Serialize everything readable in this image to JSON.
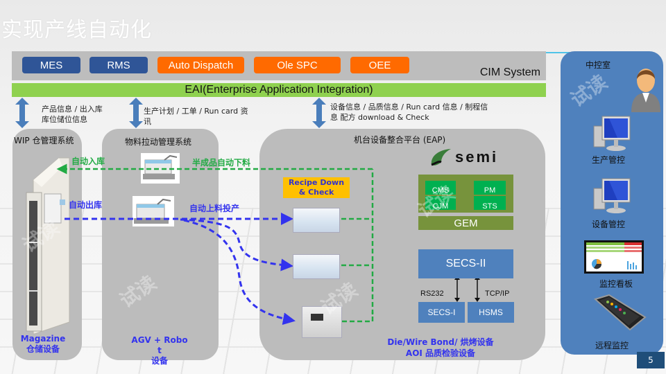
{
  "slide": {
    "title": "实现产线自动化",
    "page_number": "5"
  },
  "cim": {
    "label": "CIM System",
    "systems": [
      {
        "label": "MES",
        "color": "#2f5597"
      },
      {
        "label": "RMS",
        "color": "#2f5597"
      },
      {
        "label": "Auto Dispatch",
        "color": "#ff6a00"
      },
      {
        "label": "Ole SPC",
        "color": "#ff6a00"
      },
      {
        "label": "OEE",
        "color": "#ff6a00"
      }
    ]
  },
  "eai": {
    "label": "EAI(Enterprise Application Integration)"
  },
  "info_flows": [
    {
      "line1": "产品信息 / 出入库",
      "line2": "库位储位信息"
    },
    {
      "line1": "生产计划 / 工单 /  Run card 资",
      "line2": "讯"
    },
    {
      "line1": "设备信息 / 品质信息 /  Run card 信息 / 制程信",
      "line2": "息 配方 download & Check"
    }
  ],
  "panels": {
    "wip": {
      "title": "WIP 仓管理系统",
      "caption_line1": "Magazine",
      "caption_line2": "仓储设备"
    },
    "material": {
      "title": "物料拉动管理系统",
      "caption_line1": "AGV  +  Robo",
      "caption_line2": "t",
      "caption_line3": "设备"
    },
    "eap": {
      "title": "机台设备整合平台 (EAP)",
      "logo_text": "semi",
      "recipe_line1": "Recipe Down",
      "recipe_line2": "& Check",
      "gem_blocks": [
        "CMS",
        "PM",
        "CJM",
        "STS"
      ],
      "gem_label": "GEM",
      "secs2_label": "SECS-II",
      "rs232_label": "RS232",
      "tcpip_label": "TCP/IP",
      "secs1_label": "SECS-I",
      "hsms_label": "HSMS",
      "caption_line1": "Die/Wire Bond/ 烘烤设备",
      "caption_line2": "AOI 品质检验设备"
    }
  },
  "flows": {
    "auto_in": "自动入库",
    "auto_out": "自动出库",
    "semi_unload": "半成品自动下料",
    "auto_feed": "自动上料投产"
  },
  "control_room": {
    "title": "中控室",
    "items": [
      {
        "label": "生产管控",
        "icon": "computer-icon"
      },
      {
        "label": "设备管控",
        "icon": "computer-icon"
      },
      {
        "label": "监控看板",
        "icon": "dashboard-icon"
      },
      {
        "label": "远程监控",
        "icon": "smartphone-icon"
      }
    ]
  },
  "colors": {
    "cim_blue": "#2f5597",
    "cim_orange": "#ff6a00",
    "eai_green": "#8fd14f",
    "control_panel": "#4f81bd",
    "flow_blue": "#3333ee",
    "flow_green": "#22aa44",
    "gem_olive": "#77933c",
    "gem_green": "#00b050",
    "recipe_yellow": "#ffc000"
  },
  "watermark": "试读"
}
